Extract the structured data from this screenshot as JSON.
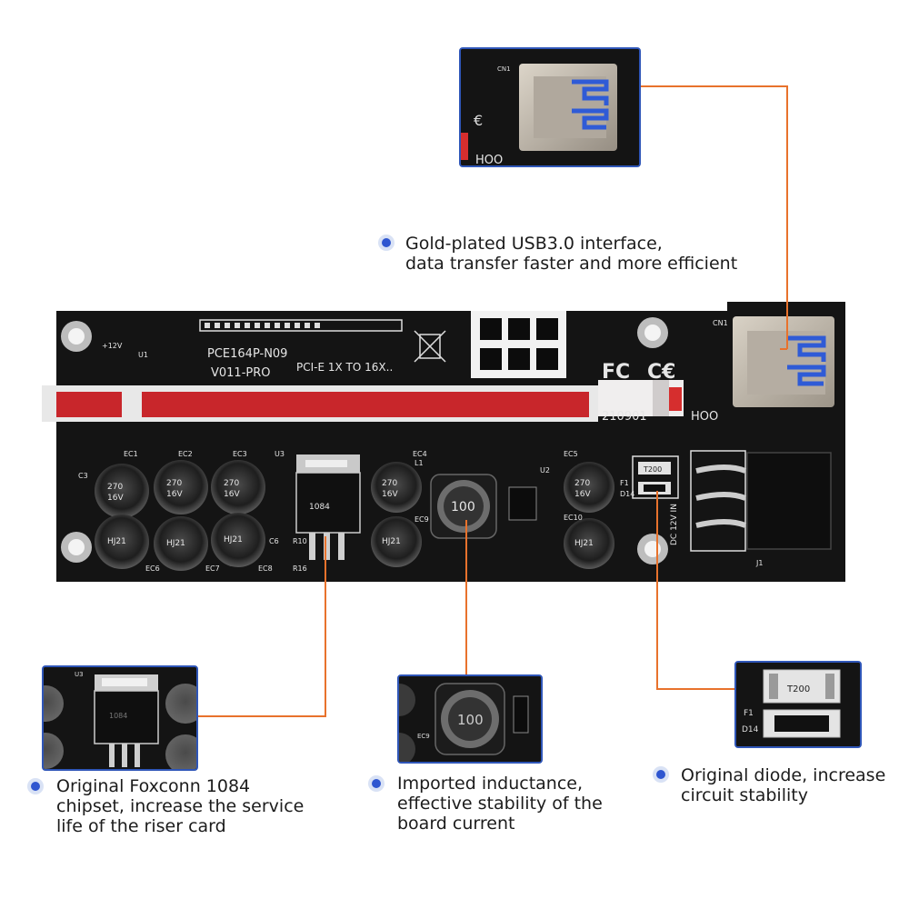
{
  "features": {
    "usb": {
      "line1": "Gold-plated USB3.0 interface,",
      "line2": "data transfer faster and more efficient"
    },
    "chipset": {
      "line1": "Original Foxconn 1084",
      "line2": "chipset, increase the service",
      "line3": "life of the riser card"
    },
    "inductance": {
      "line1": "Imported inductance,",
      "line2": "effective stability of the",
      "line3": "board current"
    },
    "diode": {
      "line1": "Original diode, increase",
      "line2": "circuit stability"
    }
  },
  "board": {
    "model": "PCE164P-N09",
    "version": "V011-PRO",
    "pcie_label": "PCI-E 1X TO 16X..",
    "date_code": "210901",
    "brand_suffix": "HOO",
    "power_label": "DC 12V IN",
    "voltage_label": "+12V",
    "inductor_value": "100",
    "fuse_code": "T200",
    "cap_value": "270",
    "cap_voltage": "16V",
    "cap_brand": "HJ21",
    "regulator_code": "1084",
    "ref_cn1": "CN1",
    "ref_u1": "U1",
    "ref_u2": "U2",
    "ref_u3": "U3",
    "ref_j1": "J1",
    "ref_l1": "L1",
    "ref_f1": "F1",
    "ref_d14": "D14",
    "ref_ec1": "EC1",
    "ref_ec2": "EC2",
    "ref_ec3": "EC3",
    "ref_ec4": "EC4",
    "ref_ec5": "EC5",
    "ref_ec6": "EC6",
    "ref_ec7": "EC7",
    "ref_ec8": "EC8",
    "ref_ec9": "EC9",
    "ref_ec10": "EC10",
    "ref_c3": "C3",
    "ref_c6": "C6",
    "ref_r10": "R10",
    "ref_r16": "R16"
  },
  "colors": {
    "accent_line": "#e8722c",
    "frame": "#2f56b8",
    "dot": "#2f56d0",
    "pcb": "#141414",
    "slot": "#c8262b"
  }
}
